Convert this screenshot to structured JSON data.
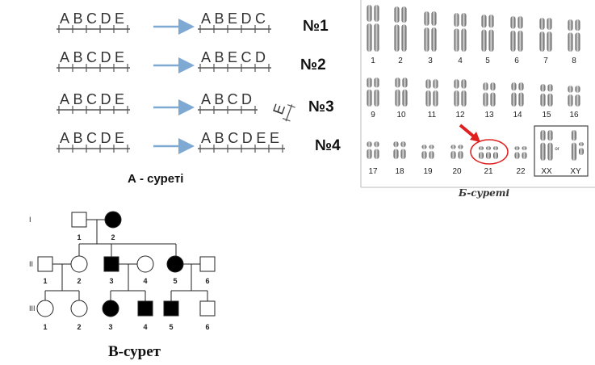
{
  "panel_a": {
    "caption": "А - суреті",
    "rows": [
      {
        "label": "№1",
        "original": "ABCDE",
        "mutant": "ABEDC"
      },
      {
        "label": "№2",
        "original": "ABCDE",
        "mutant": "ABECD"
      },
      {
        "label": "№3",
        "original": "ABCDE",
        "mutant": "ABCD",
        "detached": "E"
      },
      {
        "label": "№4",
        "original": "ABCDE",
        "mutant": "ABCDEE"
      }
    ],
    "arrow_color": "#7ea9d3"
  },
  "panel_b": {
    "caption": "Б-суреті",
    "numbers": [
      "1",
      "2",
      "3",
      "4",
      "5",
      "6",
      "7",
      "8",
      "9",
      "10",
      "11",
      "12",
      "13",
      "14",
      "15",
      "16",
      "17",
      "18",
      "19",
      "20",
      "21",
      "22"
    ],
    "sex_labels": [
      "XX",
      "XY"
    ],
    "or_text": "or",
    "highlight_color": "#e02020"
  },
  "panel_c": {
    "caption": "В-сурет",
    "generations": [
      "I",
      "II",
      "III"
    ],
    "gen1": [
      "1",
      "2"
    ],
    "gen2": [
      "1",
      "2",
      "3",
      "4",
      "5",
      "6"
    ],
    "gen3": [
      "1",
      "2",
      "3",
      "4",
      "5",
      "6"
    ],
    "affected_color": "#000000"
  }
}
